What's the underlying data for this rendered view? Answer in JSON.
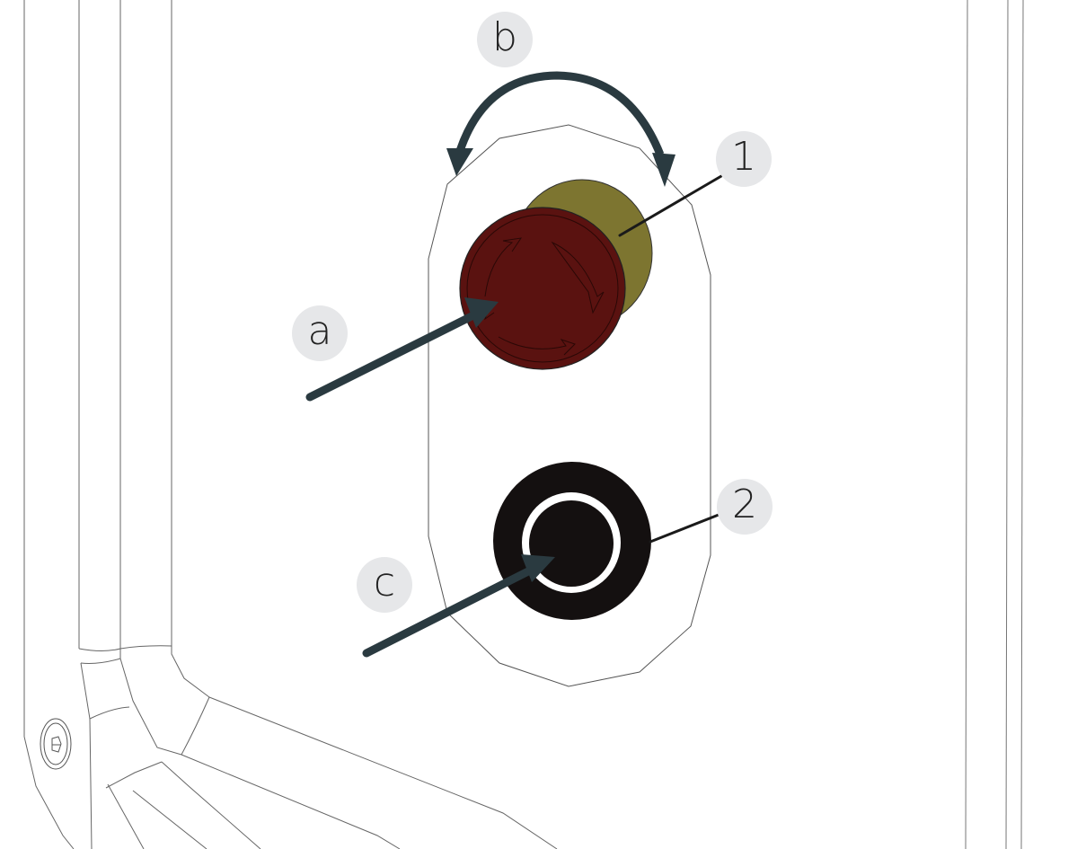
{
  "diagram": {
    "subject": "Emergency stop button and push button on control panel",
    "colors": {
      "arrow": "#2a3a40",
      "estop_red": "#5a1210",
      "estop_collar": "#7d7530",
      "pushbutton_black": "#141010",
      "callout_bg": "#e6e7e9",
      "outline": "#555555"
    },
    "callouts": [
      {
        "id": "b",
        "label": "b",
        "meaning": "rotate-to-release-arrow"
      },
      {
        "id": "1",
        "label": "1",
        "meaning": "emergency-stop-button"
      },
      {
        "id": "a",
        "label": "a",
        "meaning": "press-emergency-stop"
      },
      {
        "id": "2",
        "label": "2",
        "meaning": "push-button"
      },
      {
        "id": "c",
        "label": "c",
        "meaning": "press-push-button"
      }
    ]
  }
}
